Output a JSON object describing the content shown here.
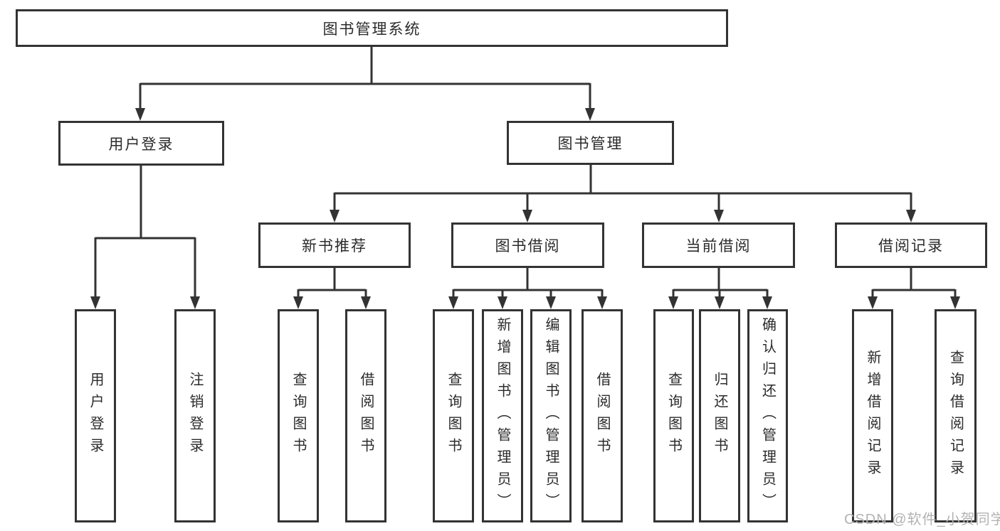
{
  "diagram": {
    "title": "图书管理系统",
    "watermark": "CSDN @软件_小贺同学",
    "colors": {
      "line": "#333333",
      "box_border": "#333333",
      "box_background": "#ffffff",
      "text": "#2b2b2b",
      "watermark_text": "#b3b3b3"
    },
    "tree": {
      "label": "图书管理系统",
      "children": [
        {
          "label": "用户登录",
          "children": [
            {
              "label": "用户登录"
            },
            {
              "label": "注销登录"
            }
          ]
        },
        {
          "label": "图书管理",
          "children": [
            {
              "label": "新书推荐",
              "children": [
                {
                  "label": "查询图书"
                },
                {
                  "label": "借阅图书"
                }
              ]
            },
            {
              "label": "图书借阅",
              "children": [
                {
                  "label": "查询图书"
                },
                {
                  "label": "新增图书（管理员）"
                },
                {
                  "label": "编辑图书（管理员）"
                },
                {
                  "label": "借阅图书"
                }
              ]
            },
            {
              "label": "当前借阅",
              "children": [
                {
                  "label": "查询图书"
                },
                {
                  "label": "归还图书"
                },
                {
                  "label": "确认归还（管理员）"
                }
              ]
            },
            {
              "label": "借阅记录",
              "children": [
                {
                  "label": "新增借阅记录"
                },
                {
                  "label": "查询借阅记录"
                }
              ]
            }
          ]
        }
      ]
    }
  }
}
